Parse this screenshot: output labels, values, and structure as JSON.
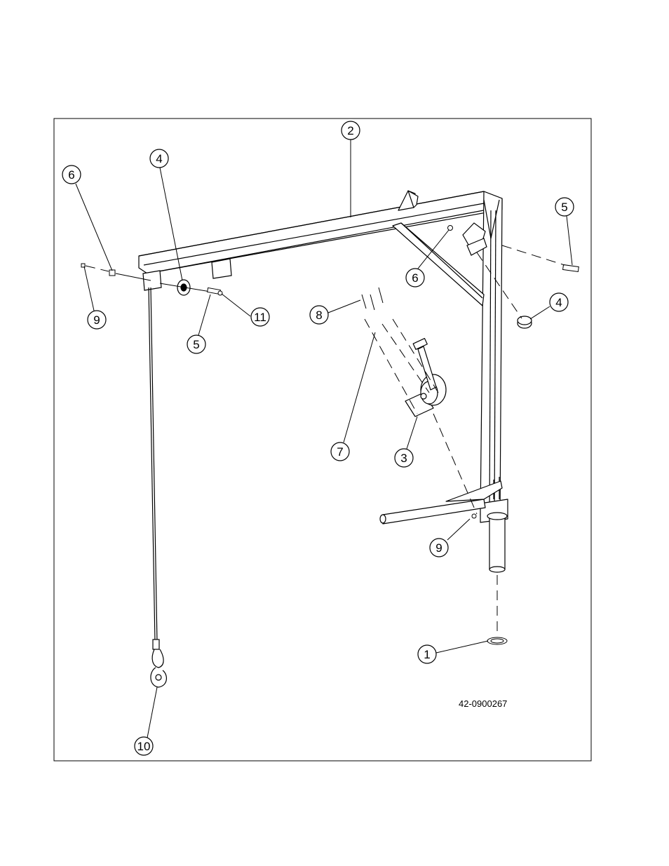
{
  "figure": {
    "drawing_number": "42-0900267"
  },
  "callouts": {
    "c1": "1",
    "c2": "2",
    "c3": "3",
    "c4a": "4",
    "c4b": "4",
    "c5a": "5",
    "c5b": "5",
    "c6a": "6",
    "c6b": "6",
    "c7": "7",
    "c8": "8",
    "c9a": "9",
    "c9b": "9",
    "c10": "10",
    "c11": "11"
  }
}
